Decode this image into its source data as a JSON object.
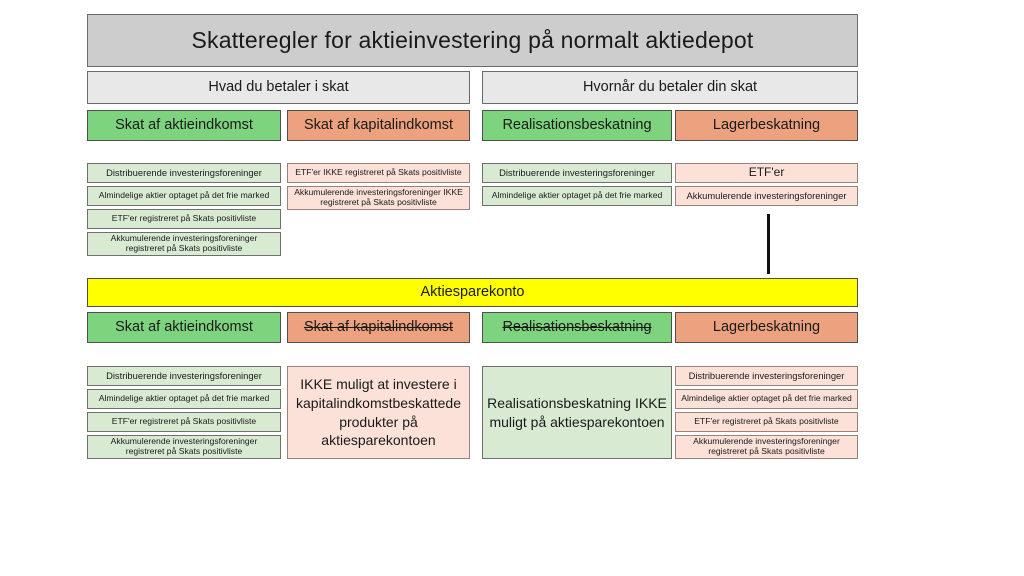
{
  "title": "Skatteregler for aktieinvestering på normalt aktiedepot",
  "colors": {
    "title_bg": "#cdcdcd",
    "subtitle_bg": "#e8e8e8",
    "header_green": "#7ed47e",
    "header_orange": "#eca27e",
    "cell_green": "#d9ead3",
    "cell_orange": "#fbe1d8",
    "aktiesparekonto_bg": "#ffff00",
    "border": "#4f4f4f",
    "connector": "#111111"
  },
  "normal_depot": {
    "subtitles": [
      "Hvad du betaler i skat",
      "Hvornår du betaler din skat"
    ],
    "headers": [
      "Skat af aktieindkomst",
      "Skat af kapitalindkomst",
      "Realisationsbeskatning",
      "Lagerbeskatning"
    ],
    "col1_items": [
      "Distribuerende investeringsforeninger",
      "Almindelige aktier optaget på det frie marked",
      "ETF'er registreret på Skats positivliste",
      "Akkumulerende investeringsforeninger registreret på Skats positivliste"
    ],
    "col2_items": [
      "ETF'er IKKE registreret på Skats positivliste",
      "Akkumulerende investeringsforeninger IKKE registreret på Skats positivliste"
    ],
    "col3_items": [
      "Distribuerende investeringsforeninger",
      "Almindelige aktier optaget på det frie marked"
    ],
    "col4_items": [
      "ETF'er",
      "Akkumulerende investeringsforeninger"
    ]
  },
  "aktiesparekonto": {
    "bar_label": "Aktiesparekonto",
    "headers": [
      {
        "label": "Skat af aktieindkomst",
        "struck": false
      },
      {
        "label": "Skat af kapitalindkomst",
        "struck": true
      },
      {
        "label": "Realisationsbeskatning",
        "struck": true
      },
      {
        "label": "Lagerbeskatning",
        "struck": false
      }
    ],
    "col1_items": [
      "Distribuerende investeringsforeninger",
      "Almindelige aktier optaget på det frie marked",
      "ETF'er registreret på Skats positivliste",
      "Akkumulerende investeringsforeninger registreret på Skats positivliste"
    ],
    "col2_note": "IKKE muligt at investere i kapitalindkomstbeskattede produkter på aktiesparekontoen",
    "col3_note": "Realisationsbeskatning IKKE muligt på aktiesparekontoen",
    "col4_items": [
      "Distribuerende investeringsforeninger",
      "Almindelige aktier optaget på det frie marked",
      "ETF'er registreret på Skats positivliste",
      "Akkumulerende investeringsforeninger registreret på Skats positivliste"
    ]
  }
}
